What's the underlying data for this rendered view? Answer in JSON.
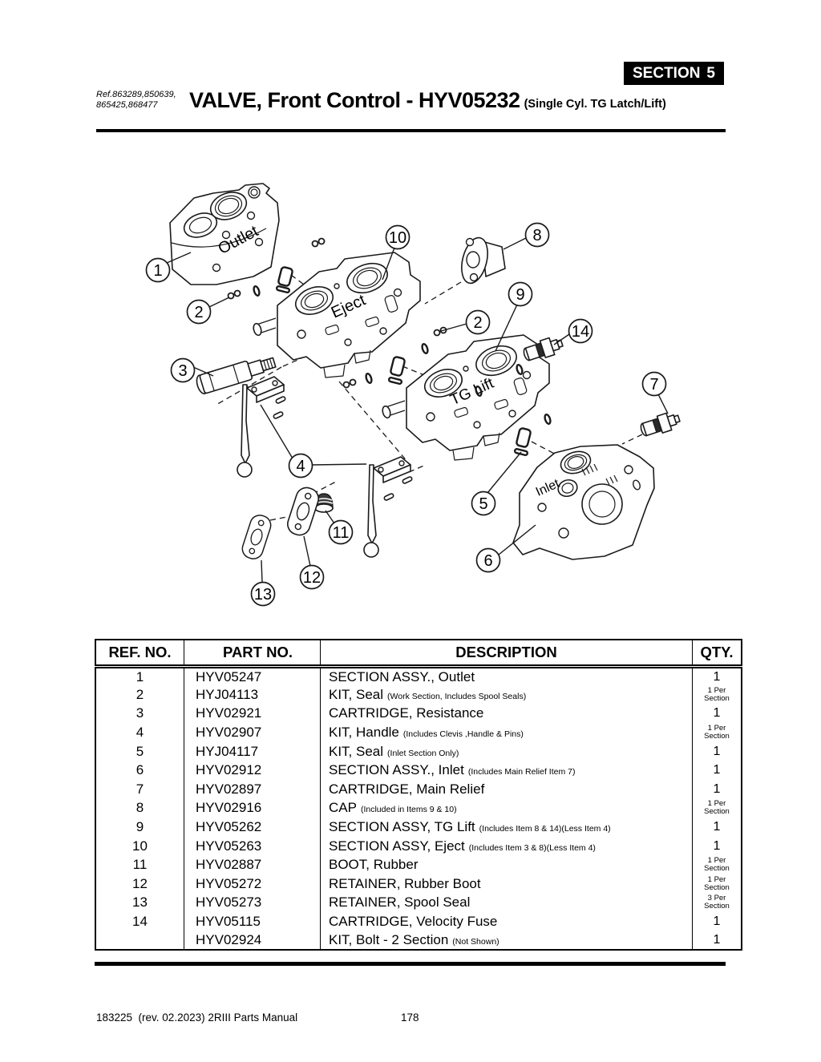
{
  "header": {
    "section_label": "SECTION",
    "section_number": "5",
    "ref_note_line1": "Ref.863289,850639,",
    "ref_note_line2": "865425,868477",
    "title": "VALVE, Front Control - HYV05232",
    "title_suffix": "(Single Cyl. TG Latch/Lift)"
  },
  "diagram": {
    "labels": {
      "outlet": "Outlet",
      "eject": "Eject",
      "tg_lift": "TG Lift",
      "inlet": "Inlet"
    },
    "callouts": [
      "1",
      "2",
      "3",
      "10",
      "8",
      "9",
      "2",
      "14",
      "7",
      "4",
      "11",
      "12",
      "13",
      "5",
      "6"
    ]
  },
  "table": {
    "headers": [
      "REF. NO.",
      "PART NO.",
      "DESCRIPTION",
      "QTY."
    ],
    "rows": [
      {
        "ref": "1",
        "part": "HYV05247",
        "desc": "SECTION ASSY., Outlet",
        "note": "",
        "qty_small": false,
        "qty_lines": [
          "1"
        ]
      },
      {
        "ref": "2",
        "part": "HYJ04113",
        "desc": "KIT, Seal",
        "note": "(Work Section, Includes Spool Seals)",
        "qty_small": true,
        "qty_lines": [
          "1 Per",
          "Section"
        ]
      },
      {
        "ref": "3",
        "part": "HYV02921",
        "desc": "CARTRIDGE, Resistance",
        "note": "",
        "qty_small": false,
        "qty_lines": [
          "1"
        ]
      },
      {
        "ref": "4",
        "part": "HYV02907",
        "desc": "KIT, Handle",
        "note": "(Includes Clevis ,Handle & Pins)",
        "qty_small": true,
        "qty_lines": [
          "1 Per",
          "Section"
        ]
      },
      {
        "ref": "5",
        "part": "HYJ04117",
        "desc": "KIT, Seal",
        "note": "(Inlet Section Only)",
        "qty_small": false,
        "qty_lines": [
          "1"
        ]
      },
      {
        "ref": "6",
        "part": "HYV02912",
        "desc": "SECTION ASSY., Inlet",
        "note": "(Includes Main Relief Item 7)",
        "qty_small": false,
        "qty_lines": [
          "1"
        ]
      },
      {
        "ref": "7",
        "part": "HYV02897",
        "desc": "CARTRIDGE, Main Relief",
        "note": "",
        "qty_small": false,
        "qty_lines": [
          "1"
        ]
      },
      {
        "ref": "8",
        "part": "HYV02916",
        "desc": "CAP",
        "note": "(Included in Items 9 & 10)",
        "qty_small": true,
        "qty_lines": [
          "1 Per",
          "Section"
        ]
      },
      {
        "ref": "9",
        "part": "HYV05262",
        "desc": "SECTION ASSY, TG Lift",
        "note": "(Includes Item 8 & 14)(Less Item 4)",
        "qty_small": false,
        "qty_lines": [
          "1"
        ]
      },
      {
        "ref": "10",
        "part": "HYV05263",
        "desc": "SECTION ASSY, Eject",
        "note": "(Includes Item 3 & 8)(Less Item 4)",
        "qty_small": false,
        "qty_lines": [
          "1"
        ]
      },
      {
        "ref": "11",
        "part": "HYV02887",
        "desc": "BOOT, Rubber",
        "note": "",
        "qty_small": true,
        "qty_lines": [
          "1 Per",
          "Section"
        ]
      },
      {
        "ref": "12",
        "part": "HYV05272",
        "desc": "RETAINER, Rubber Boot",
        "note": "",
        "qty_small": true,
        "qty_lines": [
          "1 Per",
          "Section"
        ]
      },
      {
        "ref": "13",
        "part": "HYV05273",
        "desc": "RETAINER, Spool Seal",
        "note": "",
        "qty_small": true,
        "qty_lines": [
          "3 Per",
          "Section"
        ]
      },
      {
        "ref": "14",
        "part": "HYV05115",
        "desc": "CARTRIDGE, Velocity Fuse",
        "note": "",
        "qty_small": false,
        "qty_lines": [
          "1"
        ]
      },
      {
        "ref": "",
        "part": "HYV02924",
        "desc": "KIT, Bolt - 2 Section",
        "note": "(Not Shown)",
        "qty_small": false,
        "qty_lines": [
          "1"
        ]
      }
    ]
  },
  "footer": {
    "left": "183225  (rev. 02.2023) 2RIII Parts Manual",
    "page": "178"
  }
}
